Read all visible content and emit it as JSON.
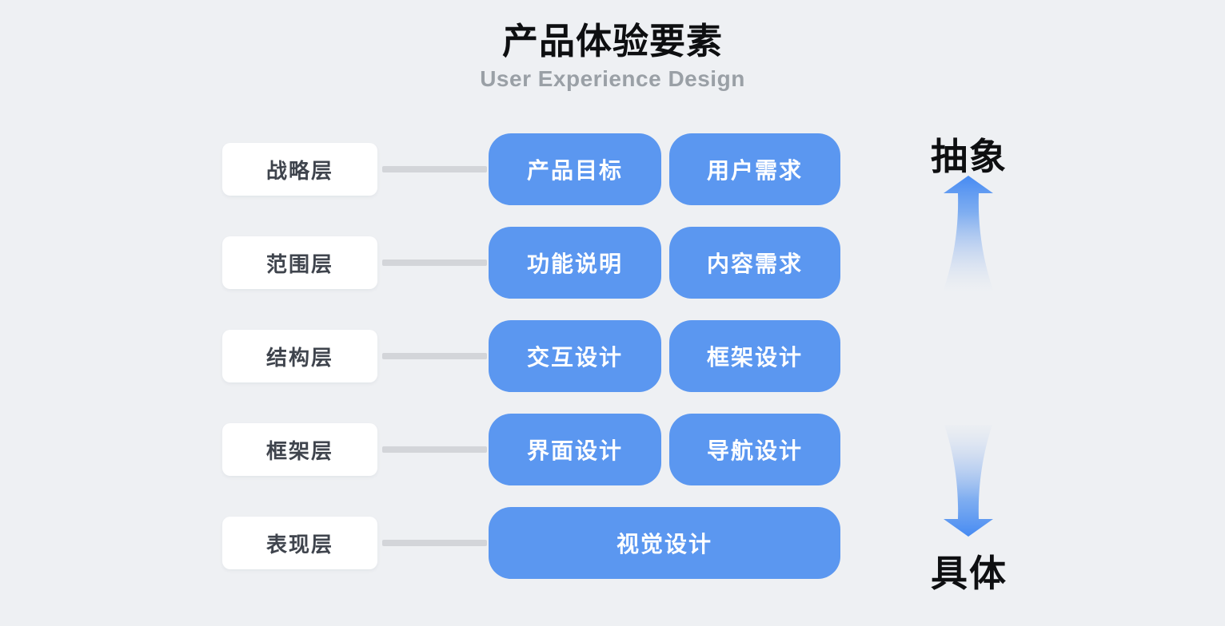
{
  "title": "产品体验要素",
  "subtitle": "User Experience Design",
  "rows": [
    {
      "label": "战略层",
      "boxes": [
        "产品目标",
        "用户需求"
      ]
    },
    {
      "label": "范围层",
      "boxes": [
        "功能说明",
        "内容需求"
      ]
    },
    {
      "label": "结构层",
      "boxes": [
        "交互设计",
        "框架设计"
      ]
    },
    {
      "label": "框架层",
      "boxes": [
        "界面设计",
        "导航设计"
      ]
    },
    {
      "label": "表现层",
      "boxes": [
        "视觉设计"
      ]
    }
  ],
  "axis": {
    "top_label": "抽象",
    "bottom_label": "具体"
  },
  "colors": {
    "background": "#eef0f3",
    "element_box_blue": "#5b97f0",
    "element_box_text": "#ffffff",
    "label_box_white": "#ffffff",
    "label_text": "#3f444d",
    "connector_gray": "#d3d5d9",
    "title_black": "#0e0f11",
    "subtitle_gray": "#9aa0a6",
    "arrow_blue": "#3f86f2"
  }
}
